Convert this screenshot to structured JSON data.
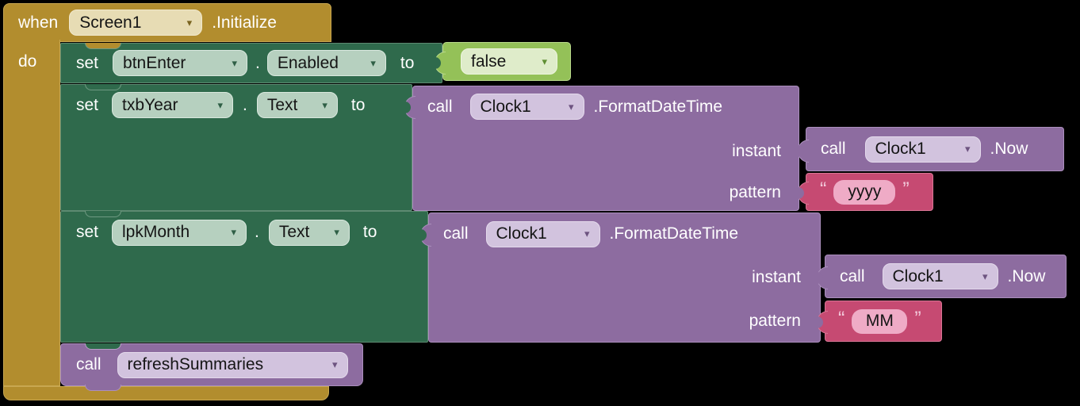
{
  "icons": {
    "dropdown_arrow": "▾"
  },
  "colors": {
    "background": "#000000",
    "event_gold": "#b28d2e",
    "setter_green": "#2f6a4c",
    "logic_green": "#94c158",
    "component_purple": "#8d6ca0",
    "text_string_crimson": "#c64a72",
    "string_field_pink": "#efabc6"
  },
  "event_block": {
    "when_label": "when",
    "component": "Screen1",
    "event_name": ".Initialize",
    "do_label": "do"
  },
  "set_btn_enter": {
    "set_label": "set",
    "component": "btnEnter",
    "dot": ".",
    "property": "Enabled",
    "to_label": "to",
    "value": {
      "label": "false"
    }
  },
  "set_txb_year": {
    "set_label": "set",
    "component": "txbYear",
    "dot": ".",
    "property": "Text",
    "to_label": "to"
  },
  "format_call_year": {
    "call_label": "call",
    "component": "Clock1",
    "method": ".FormatDateTime",
    "instant_label": "instant",
    "pattern_label": "pattern",
    "instant_value": {
      "call_label": "call",
      "component": "Clock1",
      "method": ".Now"
    },
    "pattern_value": {
      "open_quote": "“",
      "text": "yyyy",
      "close_quote": "”"
    }
  },
  "set_lpk_month": {
    "set_label": "set",
    "component": "lpkMonth",
    "dot": ".",
    "property": "Text",
    "to_label": "to"
  },
  "format_call_month": {
    "call_label": "call",
    "component": "Clock1",
    "method": ".FormatDateTime",
    "instant_label": "instant",
    "pattern_label": "pattern",
    "instant_value": {
      "call_label": "call",
      "component": "Clock1",
      "method": ".Now"
    },
    "pattern_value": {
      "open_quote": "“",
      "text": "MM",
      "close_quote": "”"
    }
  },
  "call_procedure": {
    "call_label": "call",
    "procedure": "refreshSummaries"
  }
}
